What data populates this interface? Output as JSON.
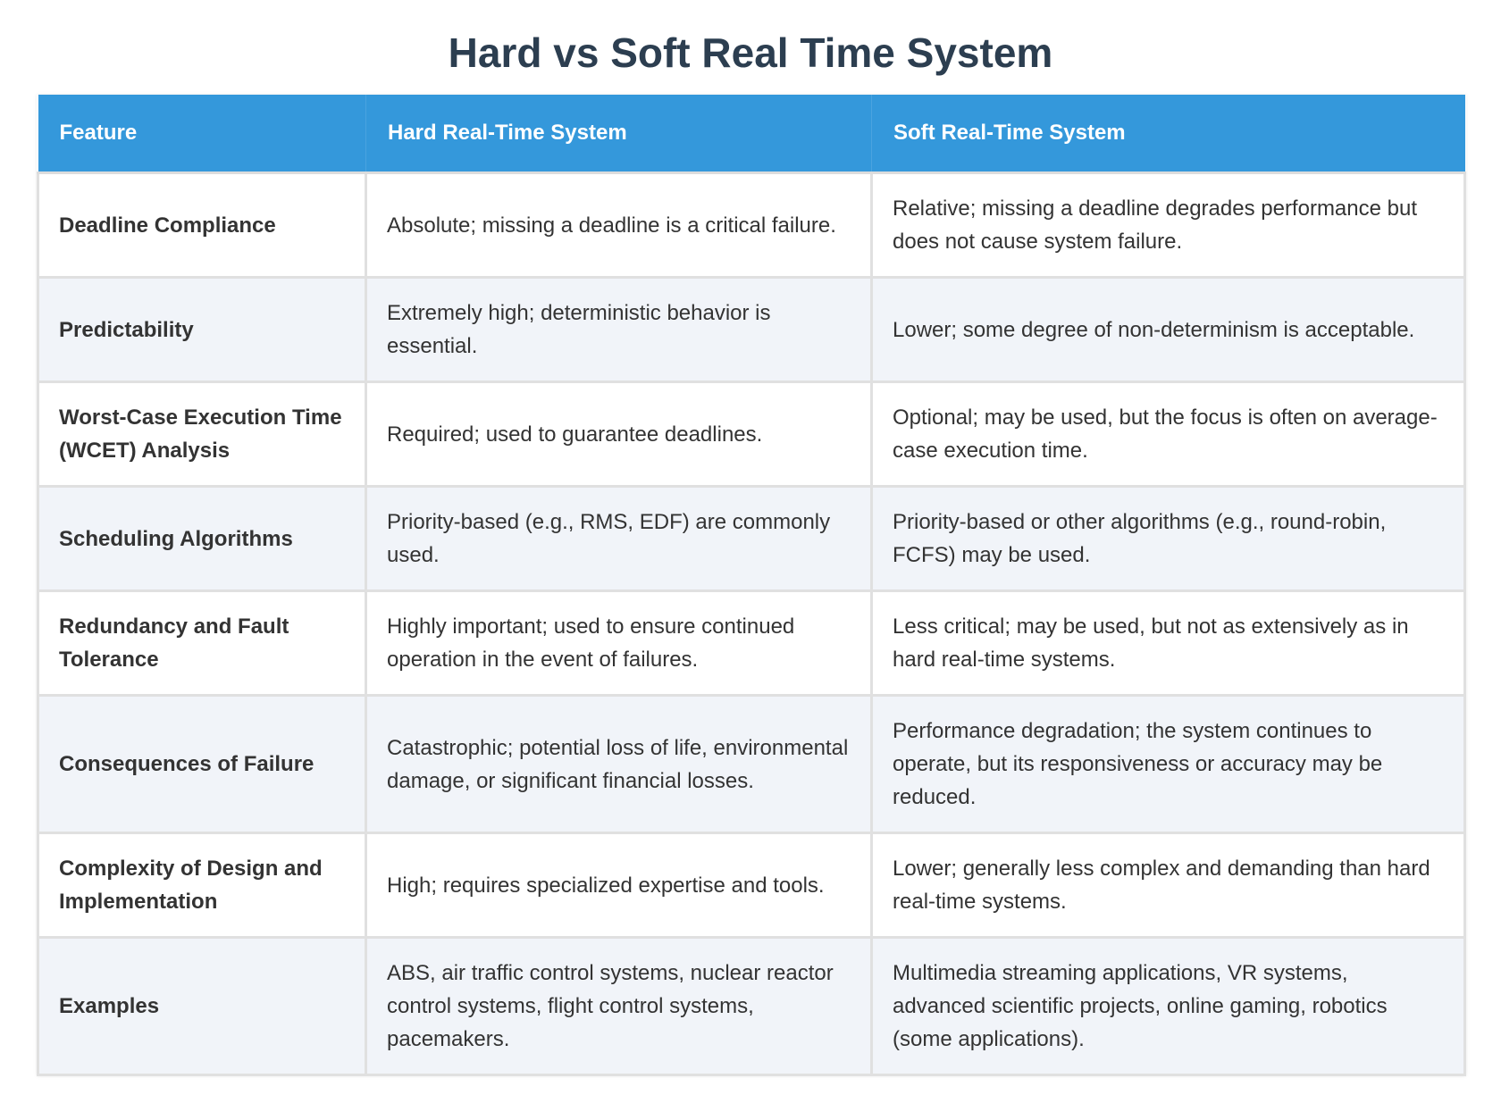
{
  "page": {
    "title": "Hard vs Soft Real Time System"
  },
  "table": {
    "headers": [
      "Feature",
      "Hard Real-Time System",
      "Soft Real-Time System"
    ],
    "header_color": "#3498db",
    "rows": [
      {
        "feature": "Deadline Compliance",
        "hard": "Absolute; missing a deadline is a critical failure.",
        "soft": "Relative; missing a deadline degrades performance but does not cause system failure."
      },
      {
        "feature": "Predictability",
        "hard": "Extremely high; deterministic behavior is essential.",
        "soft": "Lower; some degree of non-determinism is acceptable."
      },
      {
        "feature": "Worst-Case Execution Time (WCET) Analysis",
        "hard": "Required; used to guarantee deadlines.",
        "soft": "Optional; may be used, but the focus is often on average-case execution time."
      },
      {
        "feature": "Scheduling Algorithms",
        "hard": "Priority-based (e.g., RMS, EDF) are commonly used.",
        "soft": "Priority-based or other algorithms (e.g., round-robin, FCFS) may be used."
      },
      {
        "feature": "Redundancy and Fault Tolerance",
        "hard": "Highly important; used to ensure continued operation in the event of failures.",
        "soft": "Less critical; may be used, but not as extensively as in hard real-time systems."
      },
      {
        "feature": "Consequences of Failure",
        "hard": "Catastrophic; potential loss of life, environmental damage, or significant financial losses.",
        "soft": "Performance degradation; the system continues to operate, but its responsiveness or accuracy may be reduced."
      },
      {
        "feature": "Complexity of Design and Implementation",
        "hard": "High; requires specialized expertise and tools.",
        "soft": "Lower; generally less complex and demanding than hard real-time systems."
      },
      {
        "feature": "Examples",
        "hard": "ABS, air traffic control systems, nuclear reactor control systems, flight control systems, pacemakers.",
        "soft": "Multimedia streaming applications, VR systems, advanced scientific projects, online gaming, robotics (some applications)."
      }
    ]
  }
}
